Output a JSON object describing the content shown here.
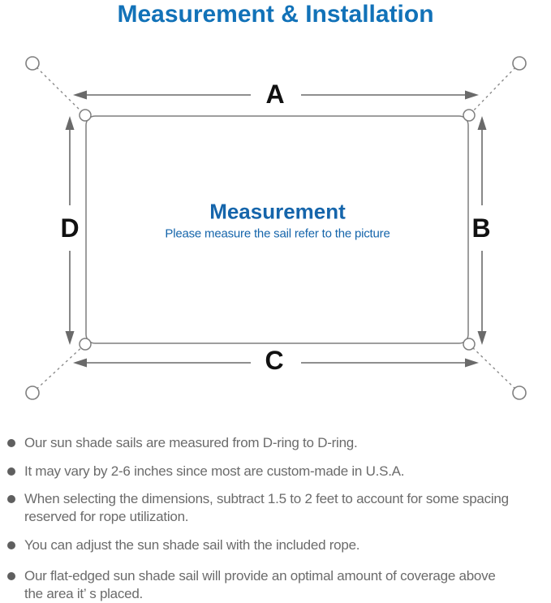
{
  "title": "Measurement & Installation",
  "diagram": {
    "dimension_labels": {
      "top": "A",
      "right": "B",
      "bottom": "C",
      "left": "D"
    },
    "center_title": "Measurement",
    "center_subtitle": "Please measure the sail refer to the picture"
  },
  "bullets": [
    {
      "lines": [
        "Our sun shade sails are measured from D-ring to D-ring."
      ]
    },
    {
      "lines": [
        "It may vary by 2-6 inches since most are custom-made in U.S.A."
      ]
    },
    {
      "lines": [
        "When selecting the dimensions, subtract 1.5 to 2 feet to account for some spacing",
        "reserved for rope utilization."
      ]
    },
    {
      "lines": [
        "You can adjust the sun shade sail with the included rope."
      ]
    },
    {
      "lines": [
        "Our flat-edged sun shade sail will provide an optimal amount of coverage above",
        "the area it’ s placed."
      ]
    }
  ],
  "colors": {
    "title_blue": "#1272b8",
    "center_text_blue": "#1565ab",
    "outline_gray": "#7f7f7f",
    "arrow_gray": "#6a6a6a",
    "bullet_text_gray": "#6b6b6b",
    "label_black": "#111111"
  }
}
